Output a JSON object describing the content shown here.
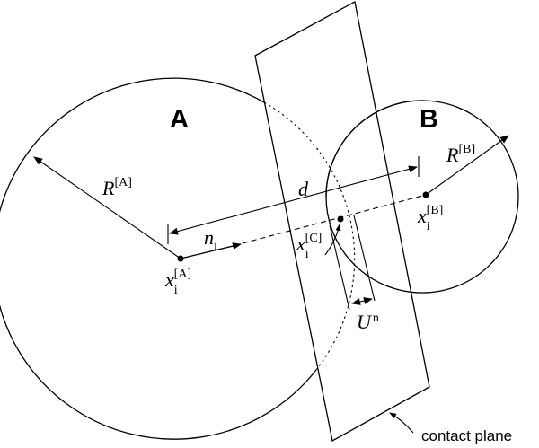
{
  "labels": {
    "body_a": "A",
    "body_b": "B",
    "radius_a": {
      "base": "R",
      "sup": "[A]"
    },
    "radius_b": {
      "base": "R",
      "sup": "[B]"
    },
    "distance": "d",
    "normal": {
      "base": "n",
      "sub": "i"
    },
    "center_a": {
      "base": "x",
      "sub": "i",
      "sup": "[A]"
    },
    "center_b": {
      "base": "x",
      "sub": "i",
      "sup": "[B]"
    },
    "contact_point": {
      "base": "x",
      "sub": "i",
      "sup": "[C]"
    },
    "overlap": {
      "base": "U",
      "sup": "n"
    },
    "contact_plane": "contact plane"
  }
}
